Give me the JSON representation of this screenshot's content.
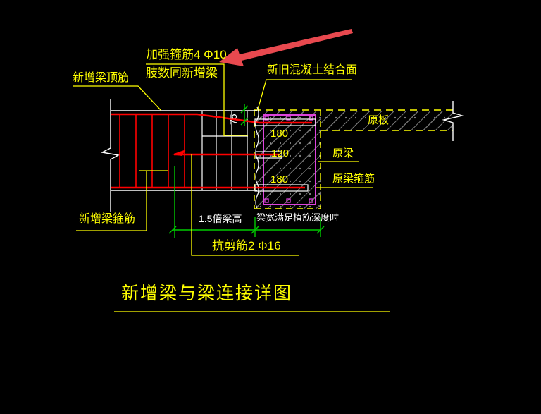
{
  "drawing": {
    "title": "新增梁与梁连接详图",
    "annotations": {
      "reinforce_stirrup_line1": "加强箍筋4 Φ10",
      "reinforce_stirrup_line2": "肢数同新增梁",
      "new_beam_top_rebar": "新增梁顶筋",
      "new_old_concrete_interface": "新旧混凝土结合面",
      "original_slab": "原板",
      "original_beam": "原梁",
      "original_beam_stirrup": "原梁箍筋",
      "new_beam_stirrup": "新增梁箍筋",
      "shear_bar": "抗剪筋2 Φ16"
    },
    "dimensions": {
      "offset_75": "75",
      "top_anchor_spacing": "180",
      "mid_anchor_spacing": "120",
      "bottom_anchor_spacing": "180",
      "beam_height_factor": "1.5倍梁高",
      "beam_width_note": "梁宽满足植筋深度时"
    },
    "colors": {
      "background": "#000000",
      "annotation_yellow": "#ffff00",
      "rebar_red": "#ff0000",
      "dimension_green": "#00cc00",
      "stirrup_magenta": "#dd44dd",
      "outline_white": "#ffffff",
      "markup_arrow_red": "#e8494f",
      "hatch_gray": "#707070"
    }
  }
}
